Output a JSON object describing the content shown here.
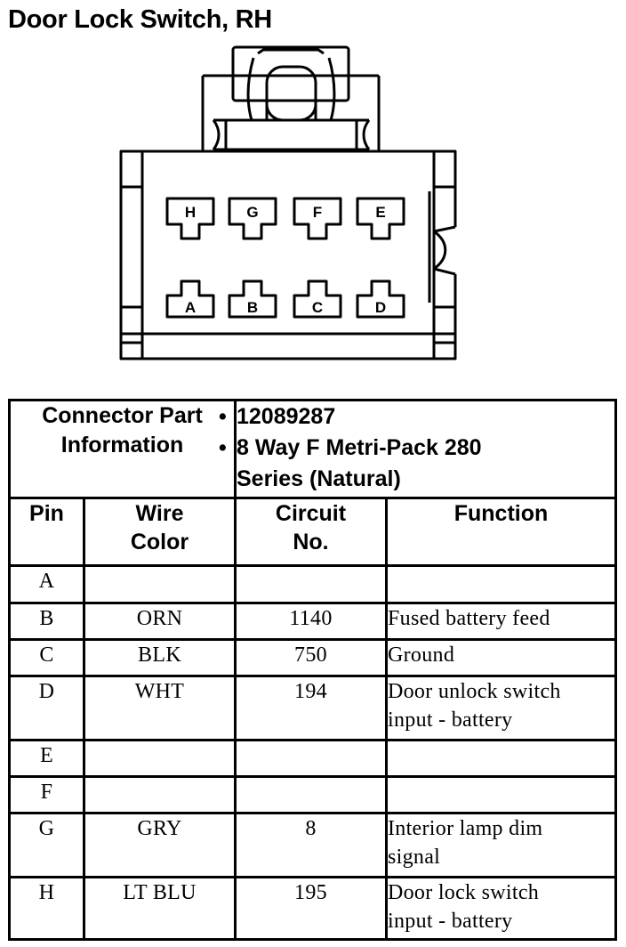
{
  "title": "Door Lock Switch, RH",
  "connector": {
    "pins_top": [
      "H",
      "G",
      "F",
      "E"
    ],
    "pins_bottom": [
      "A",
      "B",
      "C",
      "D"
    ]
  },
  "info": {
    "label_line1": "Connector Part",
    "label_line2": "Information",
    "values": [
      {
        "line1": "12089287",
        "line2": ""
      },
      {
        "line1": "8 Way F Metri-Pack 280",
        "line2": "Series (Natural)"
      }
    ]
  },
  "headers": [
    {
      "line1": "Pin",
      "line2": ""
    },
    {
      "line1": "Wire",
      "line2": "Color"
    },
    {
      "line1": "Circuit",
      "line2": "No."
    },
    {
      "line1": "Function",
      "line2": ""
    }
  ],
  "rows": [
    {
      "pin": "A",
      "color": "",
      "circuit": "",
      "func1": "",
      "func2": ""
    },
    {
      "pin": "B",
      "color": "ORN",
      "circuit": "1140",
      "func1": "Fused battery feed",
      "func2": ""
    },
    {
      "pin": "C",
      "color": "BLK",
      "circuit": "750",
      "func1": "Ground",
      "func2": ""
    },
    {
      "pin": "D",
      "color": "WHT",
      "circuit": "194",
      "func1": "Door unlock switch",
      "func2": "input - battery"
    },
    {
      "pin": "E",
      "color": "",
      "circuit": "",
      "func1": "",
      "func2": ""
    },
    {
      "pin": "F",
      "color": "",
      "circuit": "",
      "func1": "",
      "func2": ""
    },
    {
      "pin": "G",
      "color": "GRY",
      "circuit": "8",
      "func1": "Interior lamp dim",
      "func2": "signal"
    },
    {
      "pin": "H",
      "color": "LT BLU",
      "circuit": "195",
      "func1": "Door lock switch",
      "func2": "input - battery"
    }
  ]
}
